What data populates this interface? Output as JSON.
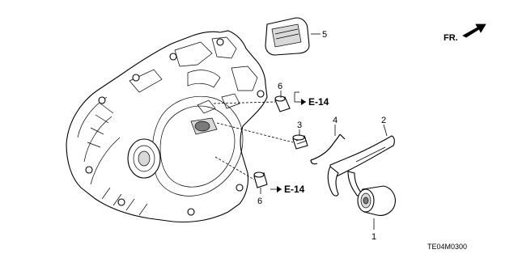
{
  "diagram": {
    "callouts": {
      "c1": "1",
      "c2": "2",
      "c3": "3",
      "c4": "4",
      "c5": "5",
      "c6_upper": "6",
      "c6_lower": "6"
    },
    "references": {
      "upper": "E-14",
      "lower": "E-14"
    },
    "direction_label": "FR.",
    "diagram_code": "TE04M0300"
  }
}
